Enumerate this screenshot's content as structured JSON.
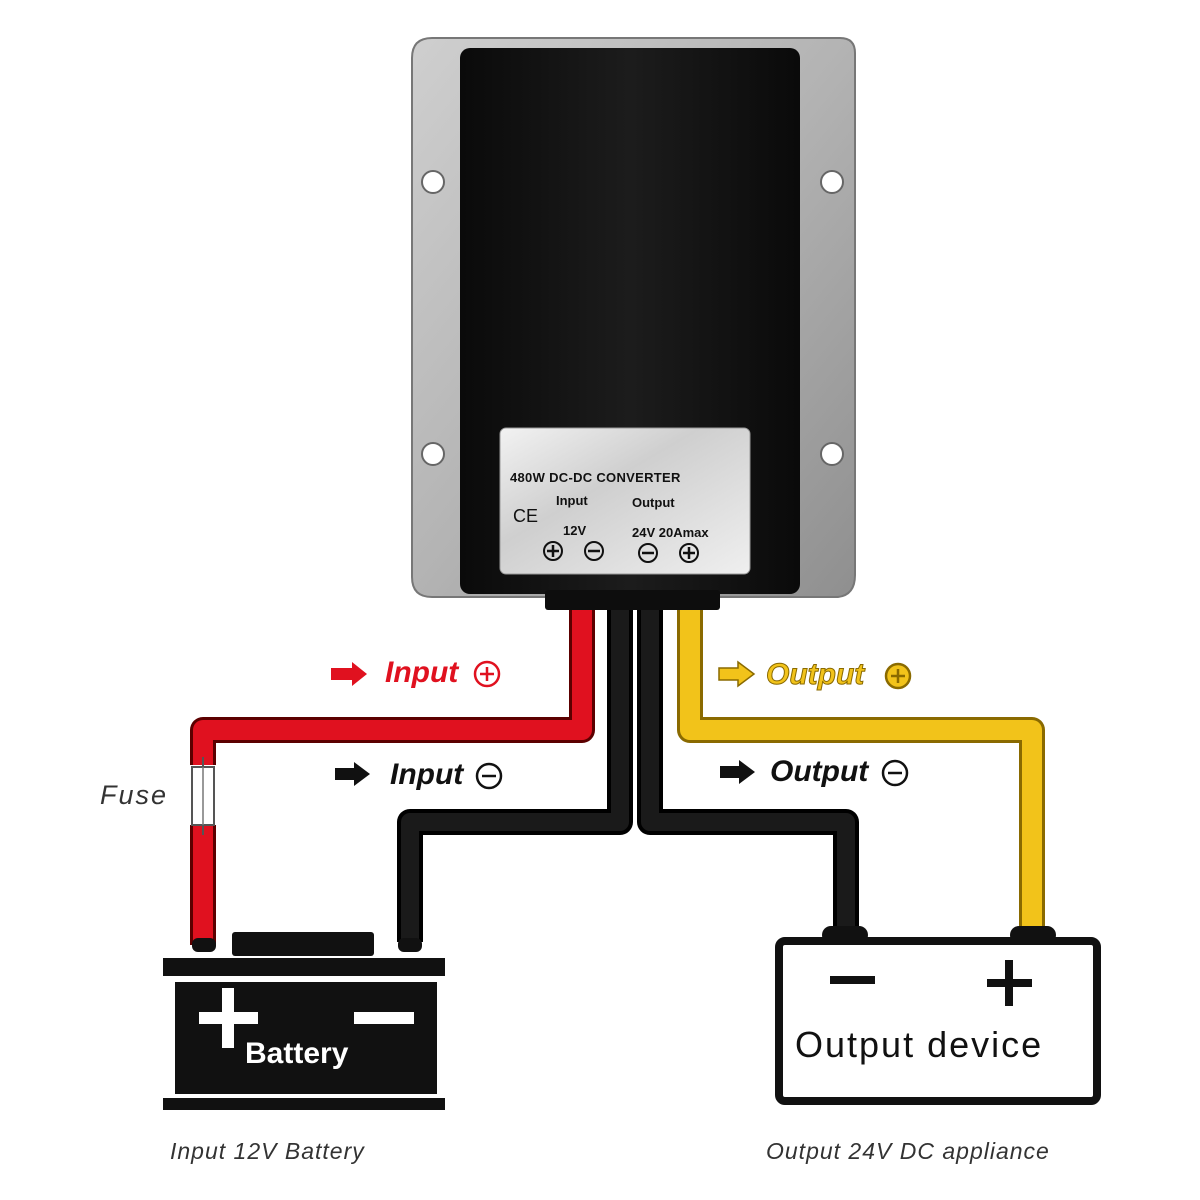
{
  "converter": {
    "title": "480W DC-DC CONVERTER",
    "input_label": "Input",
    "output_label": "Output",
    "input_voltage": "12V",
    "output_spec": "24V 20Amax",
    "ce_mark": "CE"
  },
  "wires": {
    "input_positive": {
      "label": "Input",
      "color": "#e0111f"
    },
    "input_negative": {
      "label": "Input",
      "color": "#111111"
    },
    "output_positive": {
      "label": "Output",
      "color": "#f2c31a"
    },
    "output_negative": {
      "label": "Output",
      "color": "#111111"
    }
  },
  "fuse": {
    "label": "Fuse"
  },
  "battery": {
    "label": "Battery",
    "caption": "Input 12V Battery"
  },
  "output_device": {
    "label": "Output device",
    "caption": "Output 24V DC appliance"
  }
}
